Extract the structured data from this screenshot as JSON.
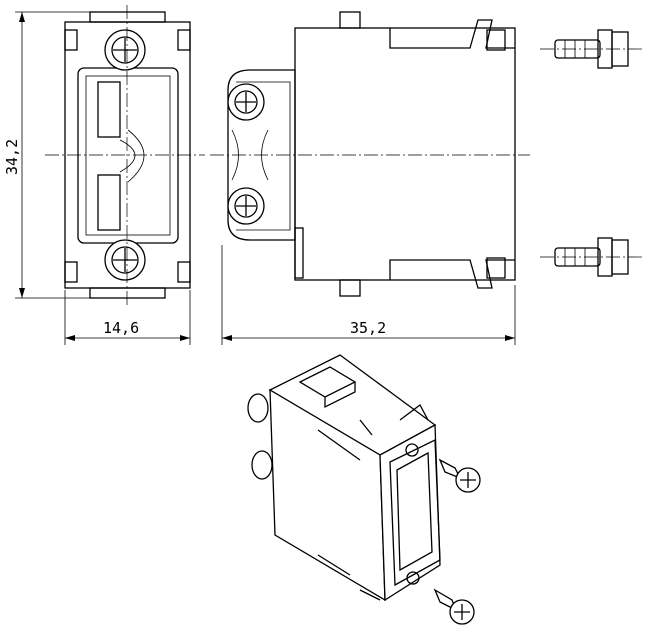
{
  "dimensions": {
    "height": "34,2",
    "width_front": "14,6",
    "length_side": "35,2"
  }
}
